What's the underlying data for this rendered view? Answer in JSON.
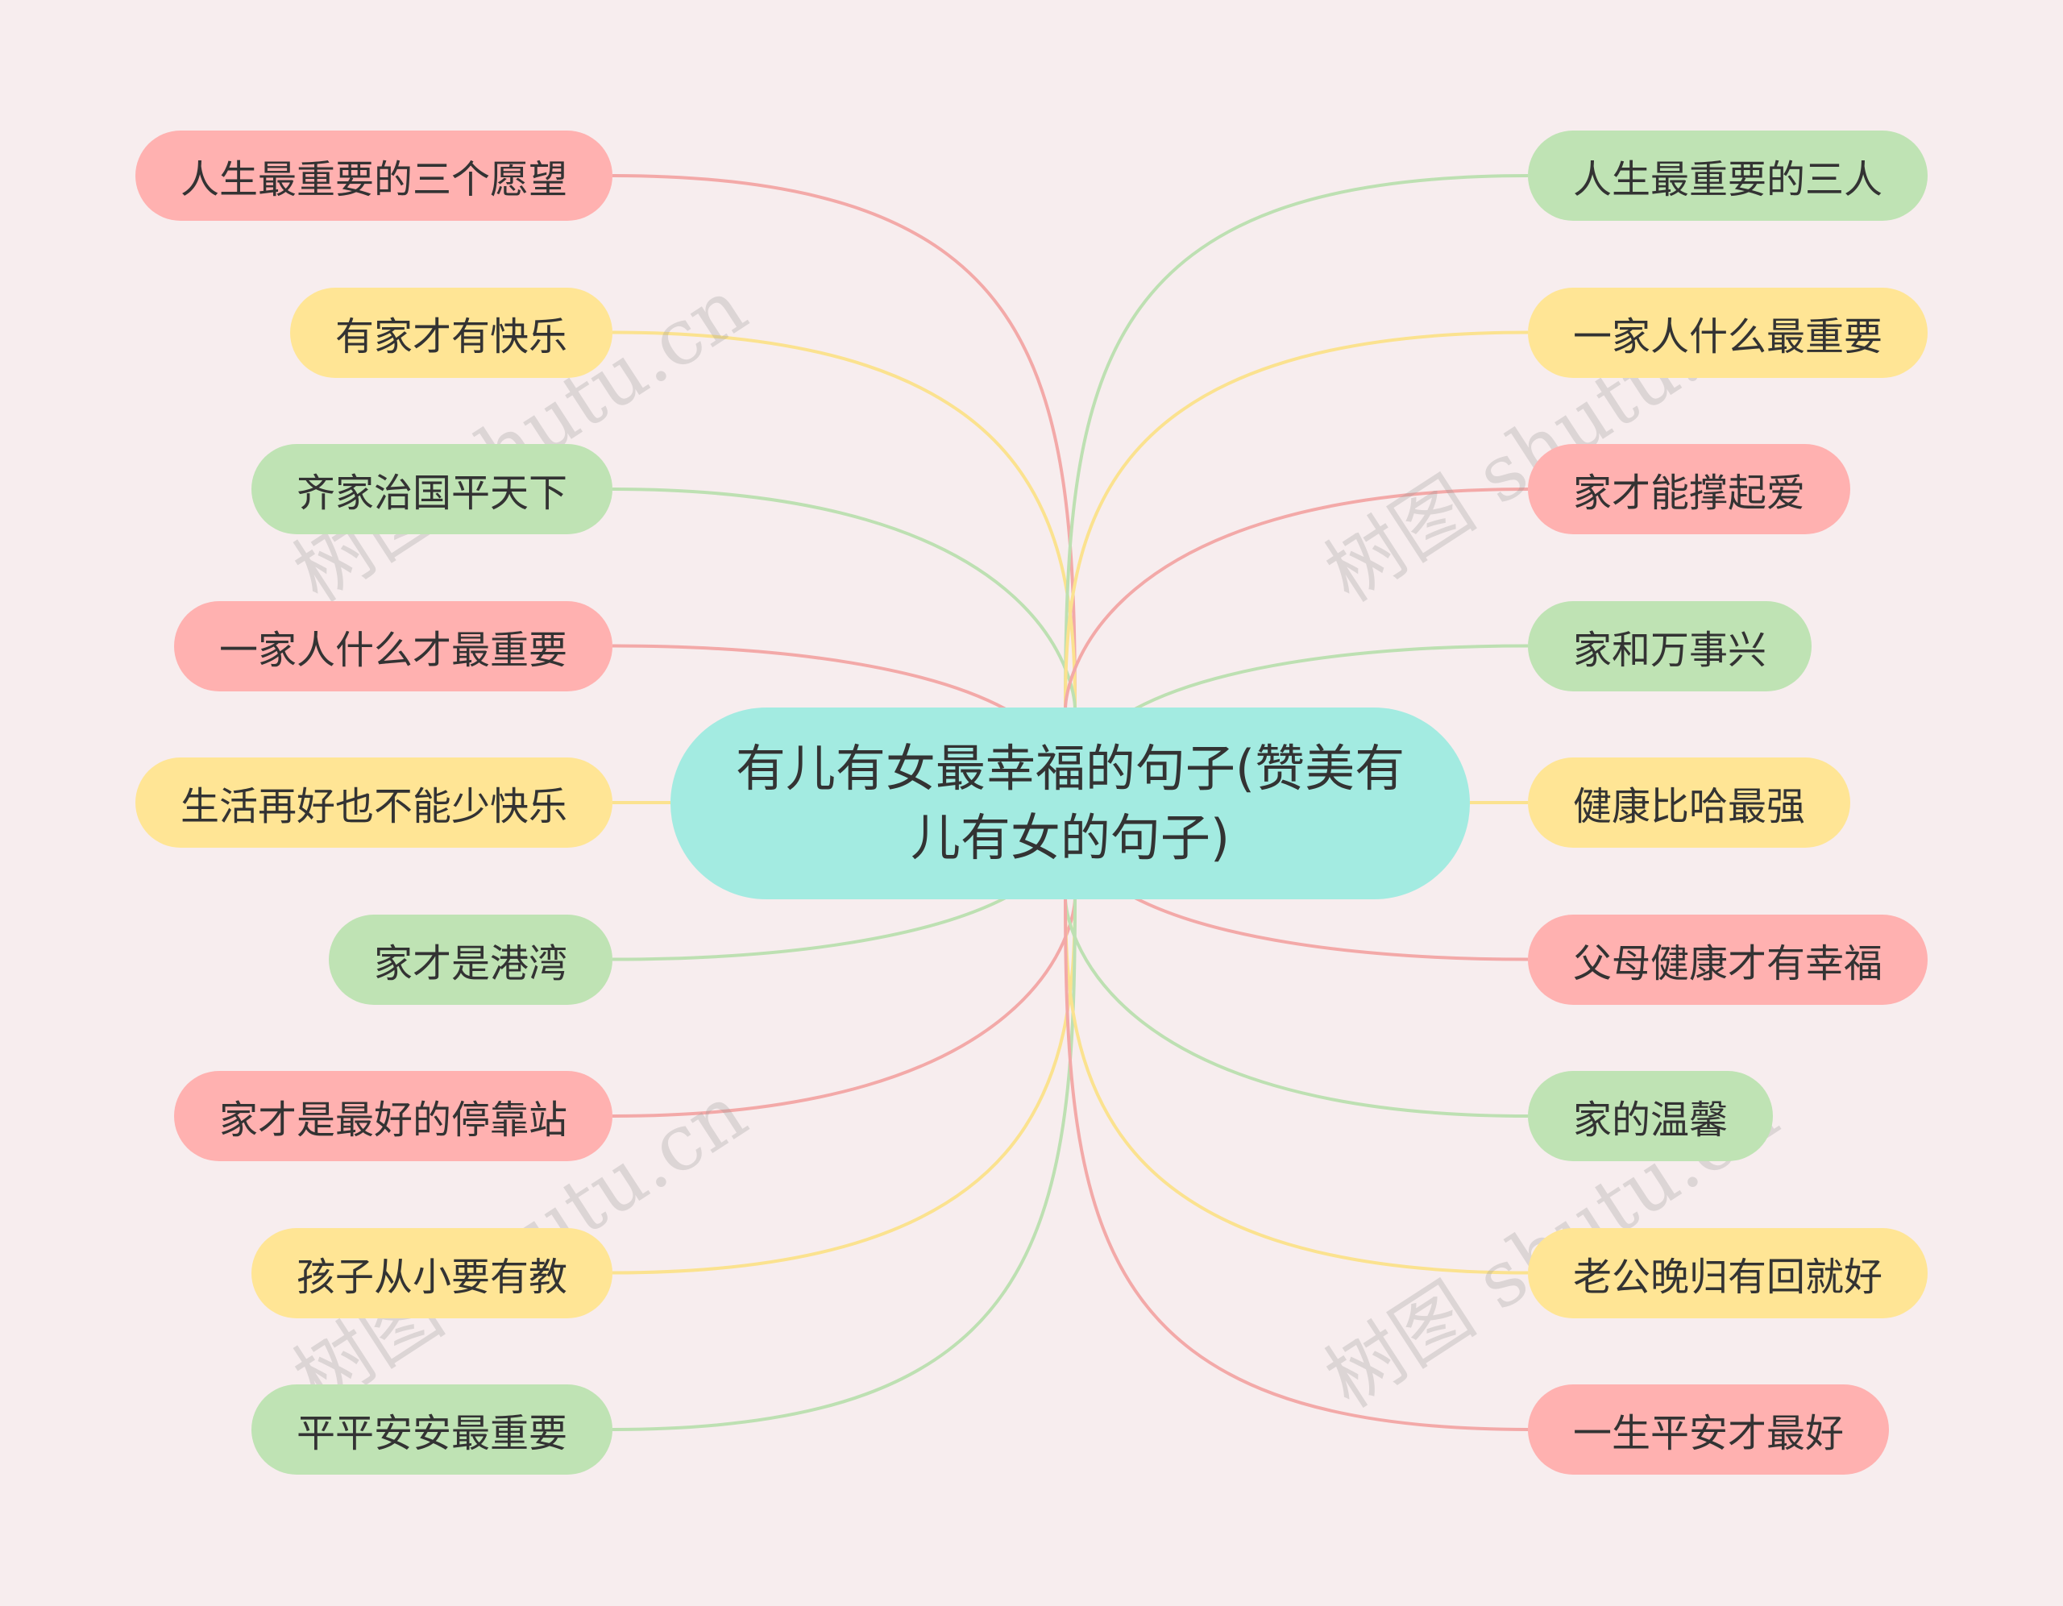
{
  "colors": {
    "background": "#f7edee",
    "root": "#a3ebe1",
    "pink_fill": "#ffb1b0",
    "yellow_fill": "#ffe595",
    "green_fill": "#bfe3b4",
    "pink_line": "#f3a9a8",
    "yellow_line": "#fbe28f",
    "green_line": "#bde0b2"
  },
  "root": {
    "label": "有儿有女最幸福的句子(赞美有儿有女的句子)"
  },
  "left_branches": [
    {
      "label": "人生最重要的三个愿望",
      "color": "pink"
    },
    {
      "label": "有家才有快乐",
      "color": "yellow"
    },
    {
      "label": "齐家治国平天下",
      "color": "green"
    },
    {
      "label": "一家人什么才最重要",
      "color": "pink"
    },
    {
      "label": "生活再好也不能少快乐",
      "color": "yellow"
    },
    {
      "label": "家才是港湾",
      "color": "green"
    },
    {
      "label": "家才是最好的停靠站",
      "color": "pink"
    },
    {
      "label": "孩子从小要有教",
      "color": "yellow"
    },
    {
      "label": "平平安安最重要",
      "color": "green"
    }
  ],
  "right_branches": [
    {
      "label": "人生最重要的三人",
      "color": "green"
    },
    {
      "label": "一家人什么最重要",
      "color": "yellow"
    },
    {
      "label": "家才能撑起爱",
      "color": "pink"
    },
    {
      "label": "家和万事兴",
      "color": "green"
    },
    {
      "label": "健康比哈最强",
      "color": "yellow"
    },
    {
      "label": "父母健康才有幸福",
      "color": "pink"
    },
    {
      "label": "家的温馨",
      "color": "green"
    },
    {
      "label": "老公晚归有回就好",
      "color": "yellow"
    },
    {
      "label": "一生平安才最好",
      "color": "pink"
    }
  ],
  "watermark": "树图 shutu.cn"
}
